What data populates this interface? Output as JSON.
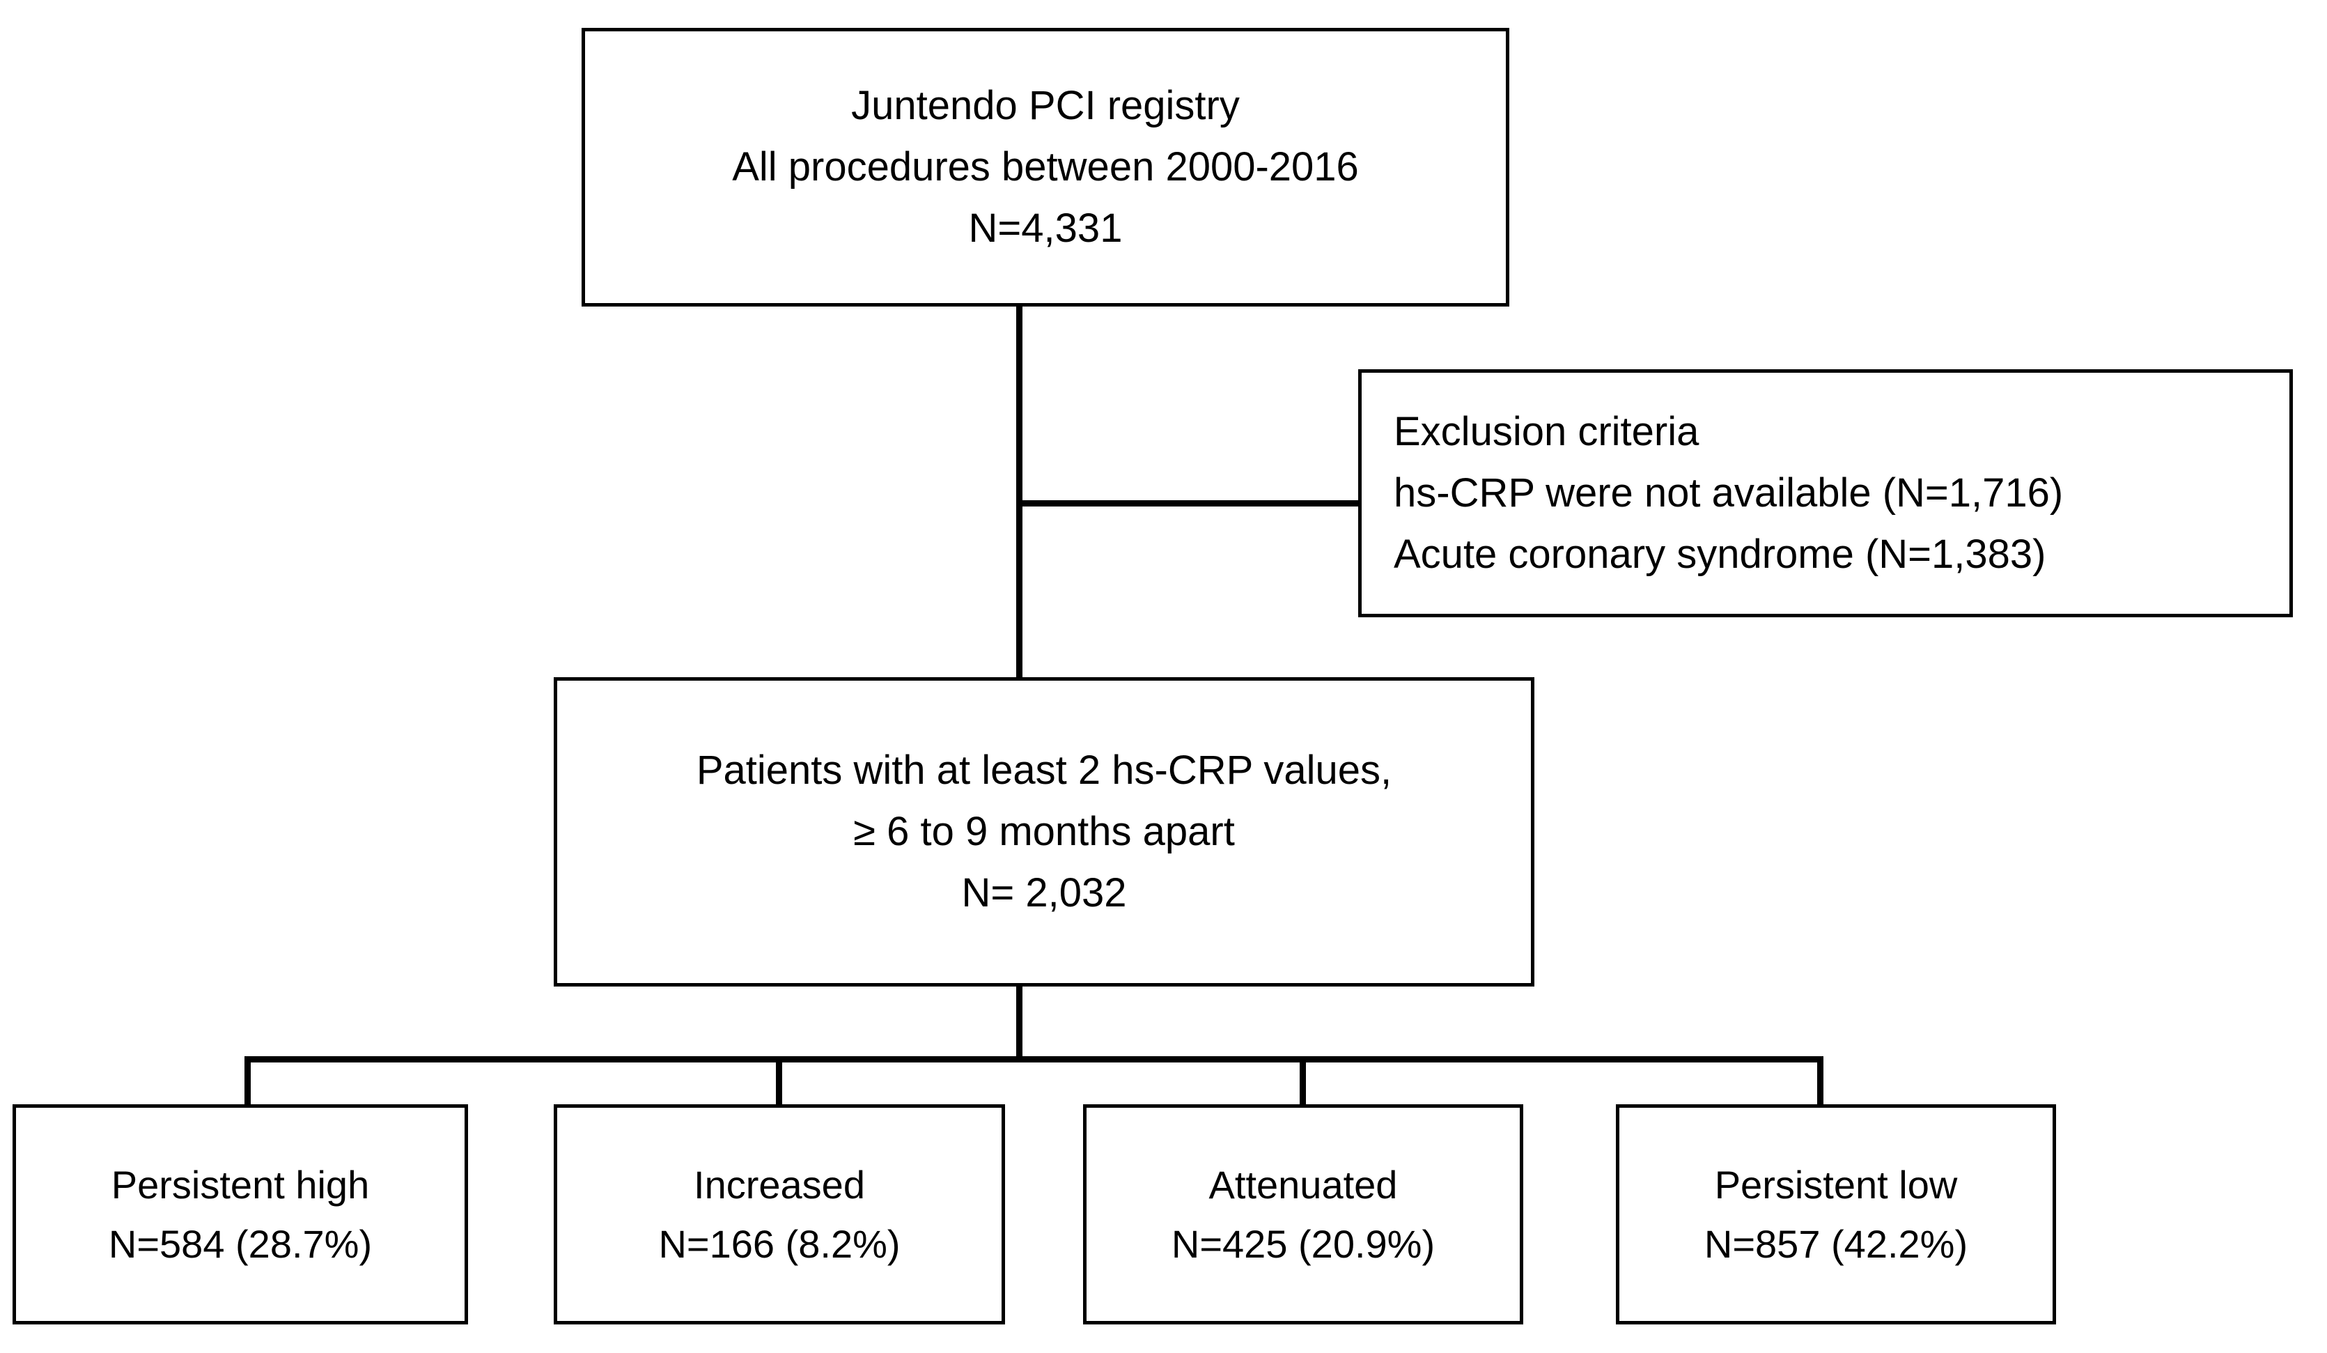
{
  "chart_data": {
    "type": "flowchart",
    "title": "Juntendo PCI registry patient selection flow",
    "nodes": [
      {
        "id": "registry",
        "lines": [
          "Juntendo PCI registry",
          "All procedures between 2000-2016",
          "N=4,331"
        ],
        "n": 4331
      },
      {
        "id": "exclusion",
        "lines": [
          "Exclusion criteria",
          "hs-CRP were not available (N=1,716)",
          "Acute coronary syndrome (N=1,383)"
        ],
        "excluded": [
          {
            "reason": "hs-CRP were not available",
            "n": 1716
          },
          {
            "reason": "Acute coronary syndrome",
            "n": 1383
          }
        ]
      },
      {
        "id": "cohort",
        "lines": [
          "Patients with at least 2 hs-CRP values,",
          "≥ 6 to 9 months apart",
          "N= 2,032"
        ],
        "n": 2032
      }
    ],
    "groups": [
      {
        "label": "Persistent high",
        "n": 584,
        "percent": 28.7,
        "value_line": "N=584 (28.7%)"
      },
      {
        "label": "Increased",
        "n": 166,
        "percent": 8.2,
        "value_line": "N=166 (8.2%)"
      },
      {
        "label": "Attenuated",
        "n": 425,
        "percent": 20.9,
        "value_line": "N=425 (20.9%)"
      },
      {
        "label": "Persistent low",
        "n": 857,
        "percent": 42.2,
        "value_line": "N=857 (42.2%)"
      }
    ],
    "colors": {
      "stroke": "#000000",
      "background": "#ffffff",
      "text": "#000000"
    }
  },
  "registry": {
    "line1": "Juntendo PCI registry",
    "line2": "All procedures between 2000-2016",
    "line3": "N=4,331"
  },
  "exclusion": {
    "line1": "Exclusion criteria",
    "line2": "hs-CRP were not available (N=1,716)",
    "line3": "Acute coronary syndrome (N=1,383)"
  },
  "cohort": {
    "line1": "Patients with at least 2 hs-CRP values,",
    "line2": "≥ 6 to 9 months apart",
    "line3": "N= 2,032"
  },
  "groups": [
    {
      "label": "Persistent high",
      "value": "N=584 (28.7%)"
    },
    {
      "label": "Increased",
      "value": "N=166 (8.2%)"
    },
    {
      "label": "Attenuated",
      "value": "N=425 (20.9%)"
    },
    {
      "label": "Persistent low",
      "value": "N=857 (42.2%)"
    }
  ]
}
